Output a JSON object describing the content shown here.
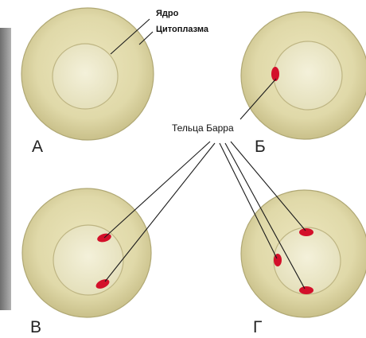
{
  "labels": {
    "nucleus": "Ядро",
    "cytoplasm": "Цитоплазма",
    "barr_bodies": "Тельца Барра"
  },
  "cells": [
    {
      "letter": "А",
      "barr_body_count": 0
    },
    {
      "letter": "Б",
      "barr_body_count": 1
    },
    {
      "letter": "В",
      "barr_body_count": 2
    },
    {
      "letter": "Г",
      "barr_body_count": 3
    }
  ],
  "colors": {
    "cytoplasm": "#e2dcae",
    "cytoplasm_edge": "#b9b07c",
    "nucleus": "#ede9c9",
    "barr_body": "#d3102a",
    "left_strip": "#8d8d8d"
  }
}
